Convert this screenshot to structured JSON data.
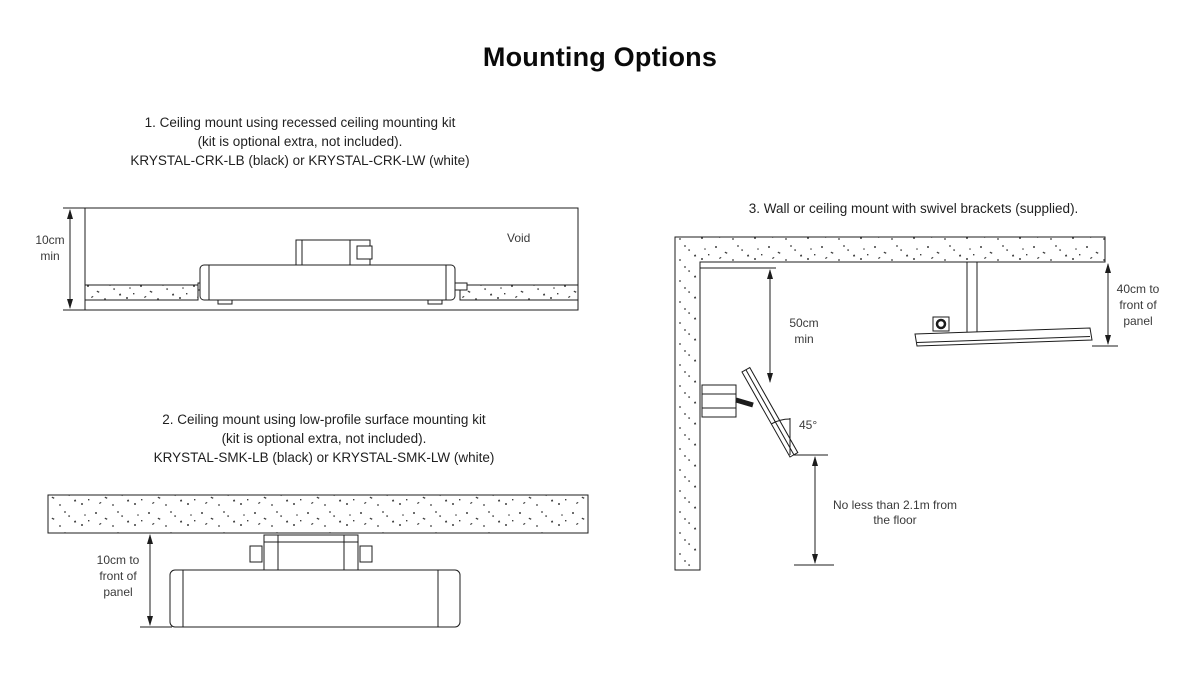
{
  "title": "Mounting Options",
  "options": [
    {
      "lines": [
        "1. Ceiling mount using recessed ceiling mounting kit",
        "(kit is optional extra, not included).",
        "KRYSTAL-CRK-LB (black) or KRYSTAL-CRK-LW (white)"
      ]
    },
    {
      "lines": [
        "2. Ceiling mount using low-profile surface mounting kit",
        "(kit is optional extra, not included).",
        "KRYSTAL-SMK-LB (black) or KRYSTAL-SMK-LW (white)"
      ]
    },
    {
      "lines": [
        "3. Wall or ceiling mount with swivel brackets (supplied)."
      ]
    }
  ],
  "diagram1": {
    "dim": [
      "10cm",
      "min"
    ],
    "void_label": "Void"
  },
  "diagram2": {
    "dim": [
      "10cm to",
      "front of",
      "panel"
    ]
  },
  "diagram3": {
    "dim_side": [
      "50cm",
      "min"
    ],
    "dim_right": [
      "40cm to",
      "front of",
      "panel"
    ],
    "angle": "45°",
    "floor": [
      "No less than 2.1m from",
      "the floor"
    ]
  },
  "colors": {
    "ink": "#1c1c1c",
    "label": "#3a3a3a"
  }
}
